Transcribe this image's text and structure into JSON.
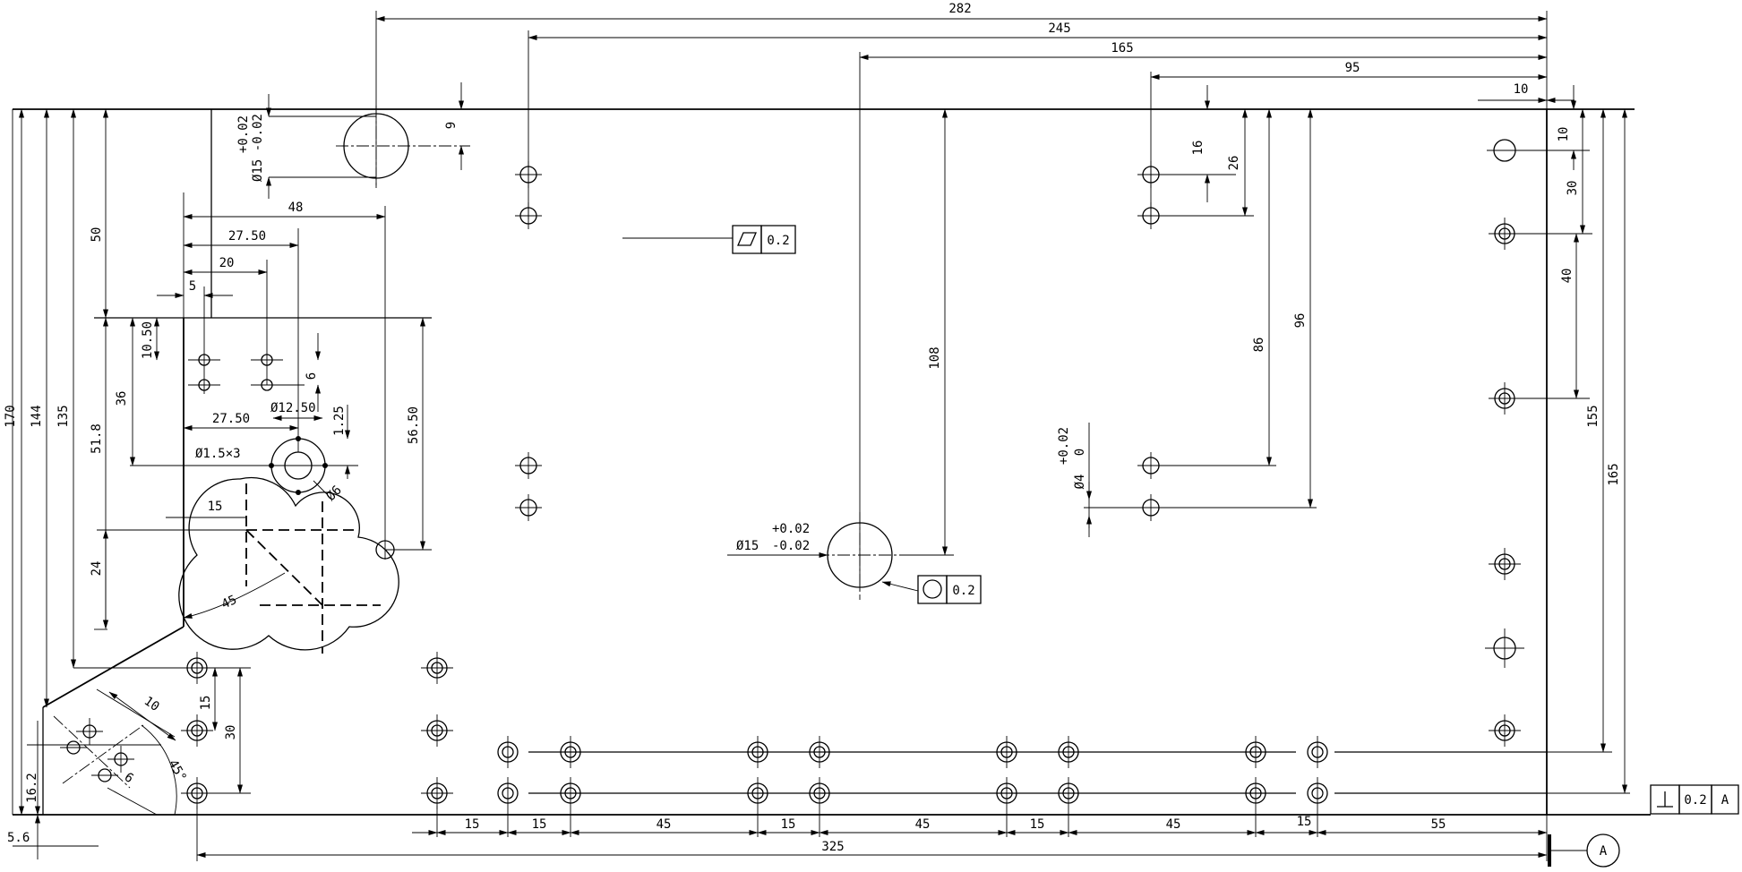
{
  "colors": {
    "ink": "#000000",
    "paper": "#ffffff"
  },
  "dims_top": {
    "d282": "282",
    "d245": "245",
    "d165": "165",
    "d95": "95",
    "d10": "10"
  },
  "dims_right": {
    "d10": "10",
    "d30": "30",
    "d40": "40",
    "d155": "155",
    "d165": "165"
  },
  "dims_left": {
    "d170": "170",
    "d144": "144",
    "d135": "135",
    "d50": "50",
    "d518": "51.8",
    "d36": "36",
    "d24": "24",
    "d1050": "10.50",
    "d162": "16.2",
    "d56": "5.6"
  },
  "dims_bottom": {
    "s1": "15",
    "s2": "15",
    "s3": "45",
    "s4": "15",
    "s5": "45",
    "s6": "15",
    "s7": "45",
    "s8": "15",
    "s9": "55",
    "total": "325"
  },
  "dims_mid": {
    "d48": "48",
    "d2750a": "27.50",
    "d20": "20",
    "d5": "5",
    "d6": "6",
    "d2750b": "27.50",
    "dphi1250": "Ø12.50",
    "d125": "1.25",
    "dphi15x3": "Ø1.5×3",
    "d5650": "56.50",
    "d15": "15",
    "d45": "45",
    "d9": "9",
    "d16": "16",
    "d26": "26",
    "d86": "86",
    "d96": "96",
    "d108": "108",
    "d15b": "15",
    "d30": "30",
    "d10c": "10",
    "d6c": "6",
    "d45c": "45°",
    "dphi6": "Ø6"
  },
  "tolerances": {
    "slot_upper": "+0.02",
    "slot_lower": "-0.02",
    "slot_dia": "Ø15",
    "hole_upper": "+0.02",
    "hole_lower": "-0.02",
    "hole_dia": "Ø15",
    "small_upper": "+0.02",
    "small_lower": "0",
    "small_dia": "Ø4"
  },
  "gdt": {
    "flatness_value": "0.2",
    "circularity_value": "0.2",
    "perp_value": "0.2",
    "perp_datum": "A",
    "datum_label": "A",
    "icons": [
      "flatness-icon",
      "circularity-icon",
      "perpendicularity-icon"
    ]
  }
}
